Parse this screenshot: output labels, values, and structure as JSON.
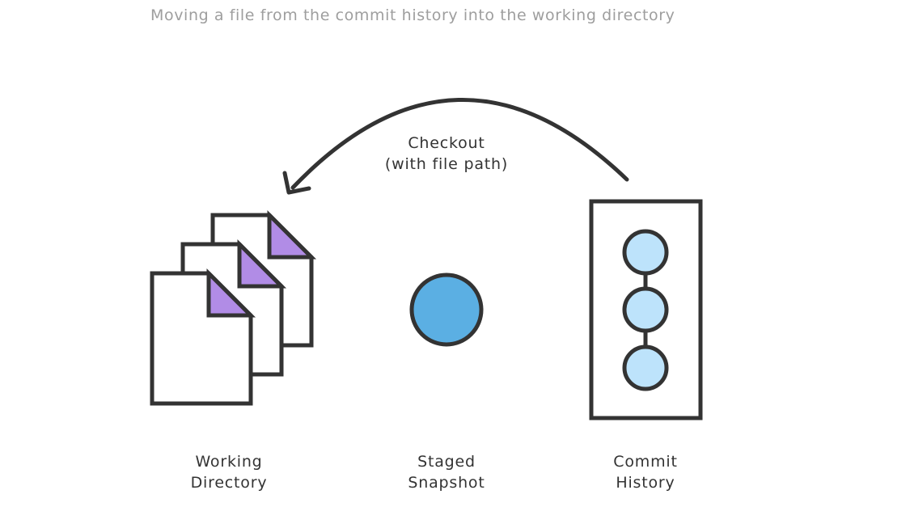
{
  "caption": "Moving a file from the commit history into the working directory",
  "arrow_label": {
    "line1": "Checkout",
    "line2": "(with file path)"
  },
  "areas": {
    "working_directory": {
      "line1": "Working",
      "line2": "Directory"
    },
    "staged_snapshot": {
      "line1": "Staged",
      "line2": "Snapshot"
    },
    "commit_history": {
      "line1": "Commit",
      "line2": "History"
    }
  },
  "icons": {
    "files": "stacked-files-icon",
    "snapshot": "snapshot-circle-icon",
    "commits": "commit-chain-icon",
    "arrow": "curved-arrow-icon"
  },
  "colors": {
    "outline": "#333333",
    "file_fold": "#b18ce6",
    "snapshot_fill": "#5bafe3",
    "commit_fill": "#bde3fb",
    "caption_text": "#9e9e9e"
  }
}
